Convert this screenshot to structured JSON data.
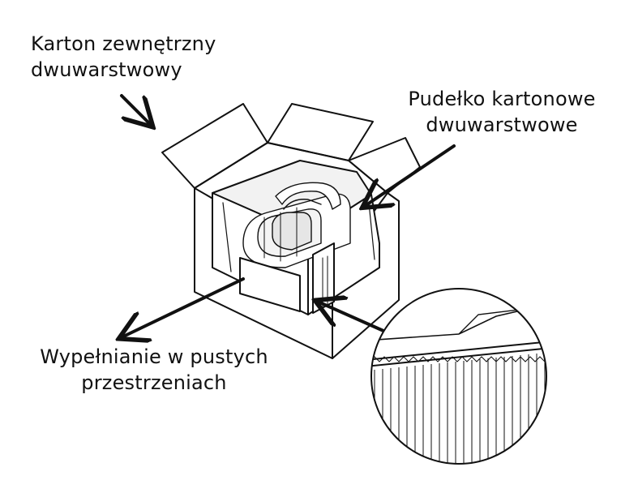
{
  "labels": {
    "outer_box": {
      "line1": "Karton zewnętrzny",
      "line2": "dwuwarstwowy"
    },
    "inner_box": {
      "line1": "Pudełko kartonowe",
      "line2": "dwuwarstwowe"
    },
    "filling": {
      "line1": "Wypełnianie w pustych",
      "line2": "przestrzeniach"
    }
  },
  "colors": {
    "ink": "#111111",
    "paper": "#ffffff",
    "shade": "#d9d9d9"
  },
  "icons": [
    "arrow-icon",
    "magnifier-circle-icon"
  ]
}
